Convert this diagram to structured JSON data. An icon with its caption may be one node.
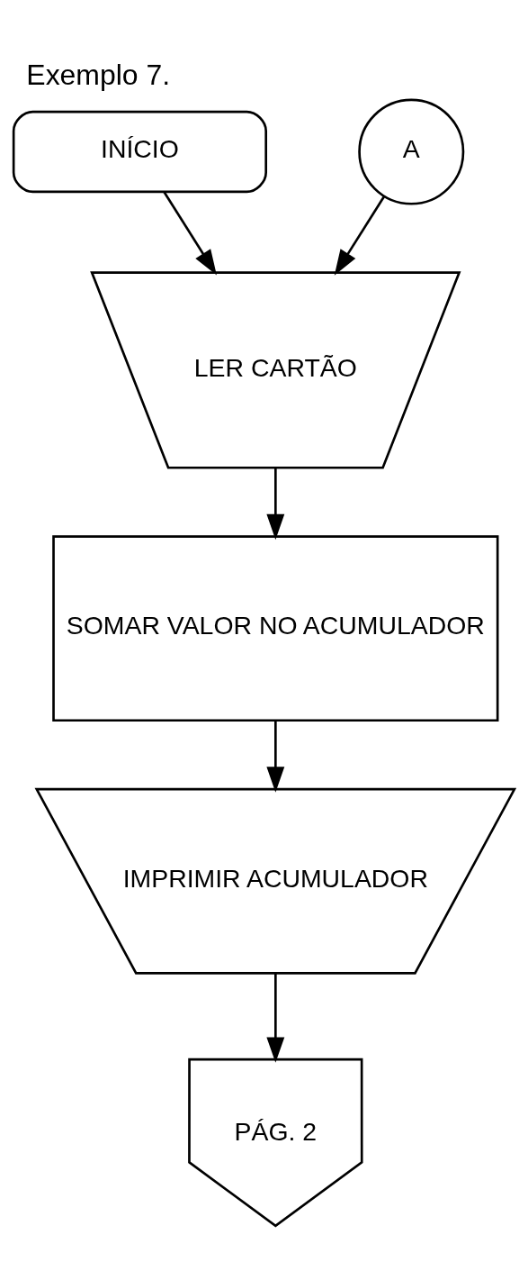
{
  "diagram": {
    "title": "Exemplo 7.",
    "nodes": [
      {
        "text": [
          "INÍCIO"
        ]
      },
      {
        "text": [
          "A"
        ]
      },
      {
        "text": [
          "LER CARTÃO"
        ]
      },
      {
        "text": [
          "SOMAR VALOR NO ACUMULADOR"
        ]
      },
      {
        "text": [
          "IMPRIMIR ACUMULADOR"
        ]
      },
      {
        "text": [
          "PÁG. 2"
        ]
      }
    ],
    "edges": [
      {
        "from": 0,
        "to": 2,
        "arrow": "to"
      },
      {
        "from": 1,
        "to": 2,
        "arrow": "to"
      },
      {
        "from": 2,
        "to": 3,
        "arrow": "to"
      },
      {
        "from": 3,
        "to": 4,
        "arrow": "to"
      },
      {
        "from": 4,
        "to": 5,
        "arrow": "to"
      }
    ]
  }
}
